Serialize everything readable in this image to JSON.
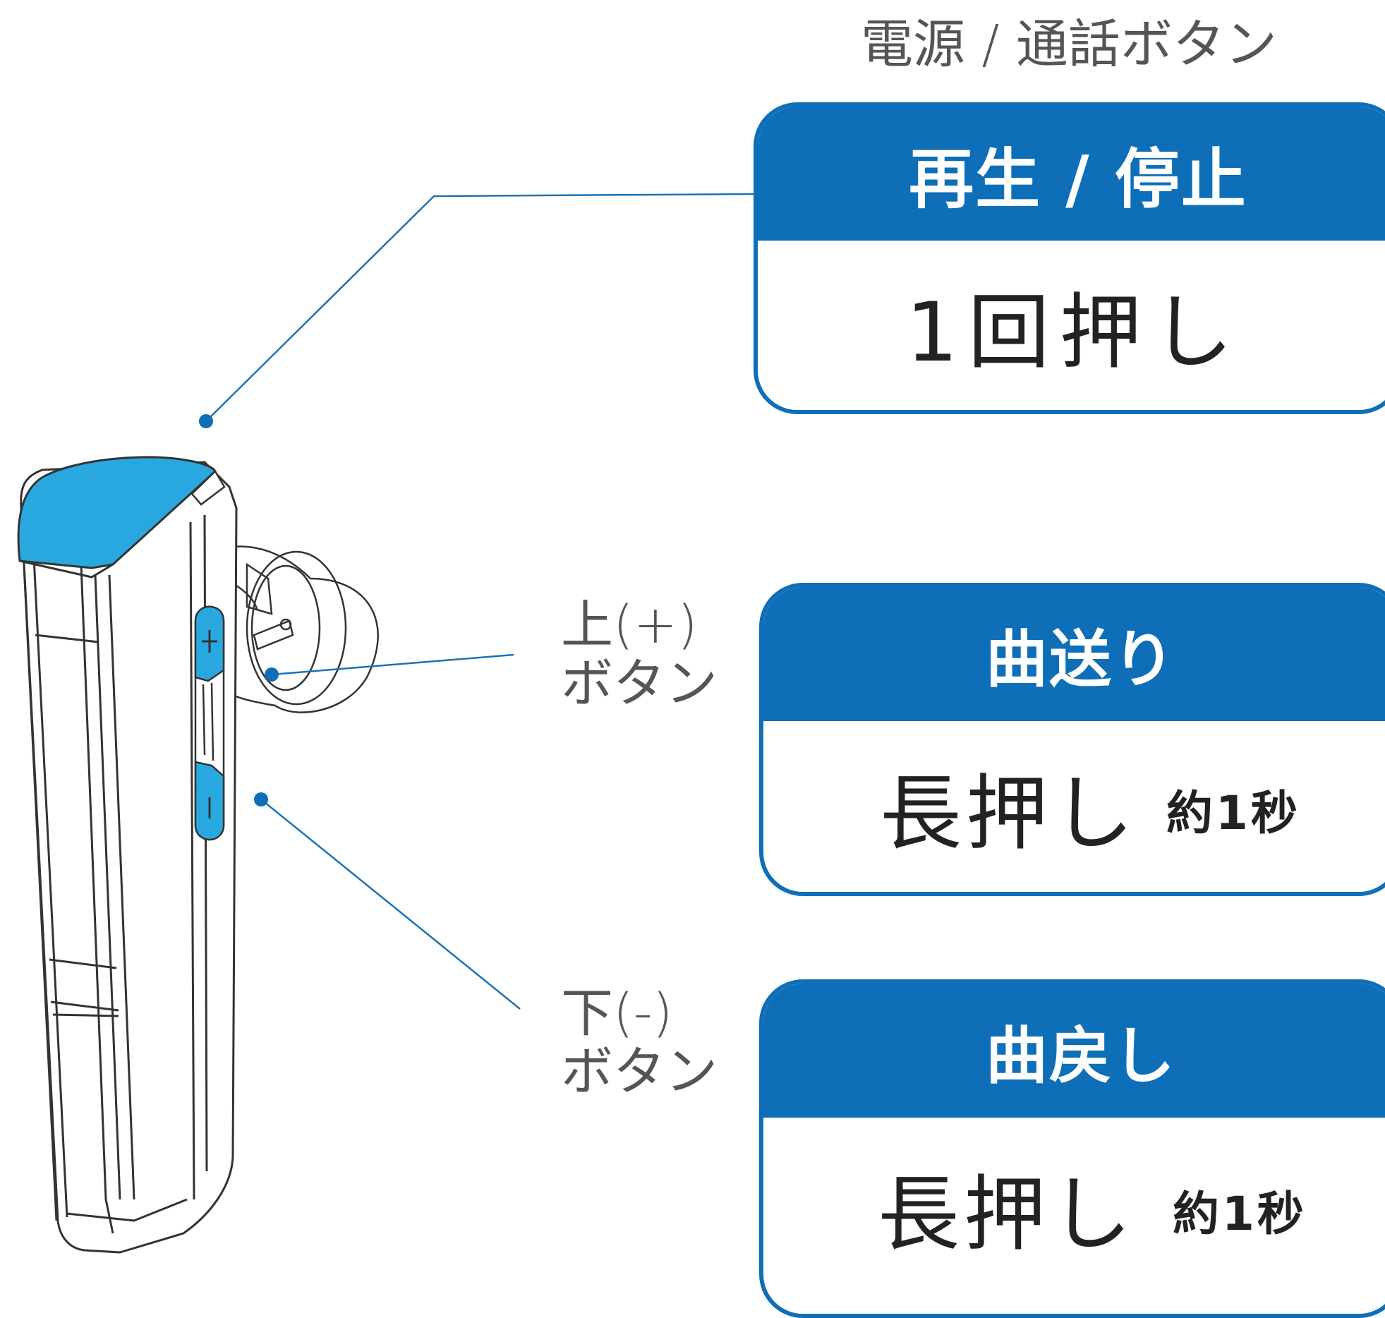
{
  "colors": {
    "accent_blue": "#0e6fb8",
    "button_cyan": "#29a8e0",
    "line_gray": "#555555",
    "text_dark": "#222222"
  },
  "power_button": {
    "caption": "電源 / 通話ボタン",
    "card_title": "再生 / 停止",
    "card_action": "1回押し"
  },
  "up_button": {
    "caption_line1": "上(+)",
    "caption_line2": "ボタン",
    "card_title": "曲送り",
    "card_action": "長押し",
    "card_note": "約1秒"
  },
  "down_button": {
    "caption_line1": "下(-)",
    "caption_line2": "ボタン",
    "card_title": "曲戻し",
    "card_action": "長押し",
    "card_note": "約1秒"
  },
  "icons": [
    "plus-icon",
    "minus-icon"
  ]
}
